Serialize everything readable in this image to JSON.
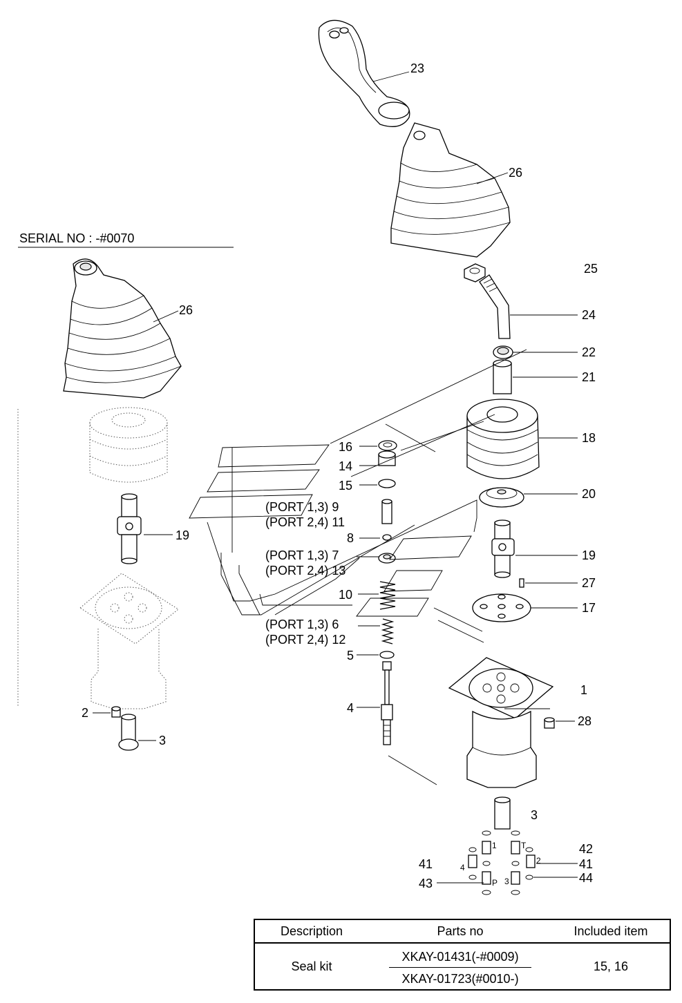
{
  "serial_label": "SERIAL NO : -#0070",
  "callouts": {
    "c23": "23",
    "c26a": "26",
    "c26b": "26",
    "c25": "25",
    "c24": "24",
    "c22": "22",
    "c21": "21",
    "c18": "18",
    "c20": "20",
    "c19a": "19",
    "c19b": "19",
    "c27": "27",
    "c17": "17",
    "c1": "1",
    "c28": "28",
    "c3a": "3",
    "c3b": "3",
    "c2": "2",
    "c16": "16",
    "c14": "14",
    "c15": "15",
    "c9": "(PORT 1,3)  9",
    "c11": "(PORT 2,4) 11",
    "c8": "8",
    "c7": "(PORT 1,3)  7",
    "c13": "(PORT 2,4) 13",
    "c10": "10",
    "c6": "(PORT 1,3)  6",
    "c12": "(PORT 2,4) 12",
    "c5": "5",
    "c4": "4",
    "c42": "42",
    "c41a": "41",
    "c41b": "41",
    "c43": "43",
    "c44": "44",
    "p1": "1",
    "pT": "T",
    "p2": "2",
    "p4": "4",
    "pP": "P",
    "p3": "3"
  },
  "table": {
    "headers": [
      "Description",
      "Parts no",
      "Included item"
    ],
    "row": {
      "description": "Seal kit",
      "parts_no_1": "XKAY-01431(-#0009)",
      "parts_no_2": "XKAY-01723(#0010-)",
      "included": "15, 16"
    }
  }
}
